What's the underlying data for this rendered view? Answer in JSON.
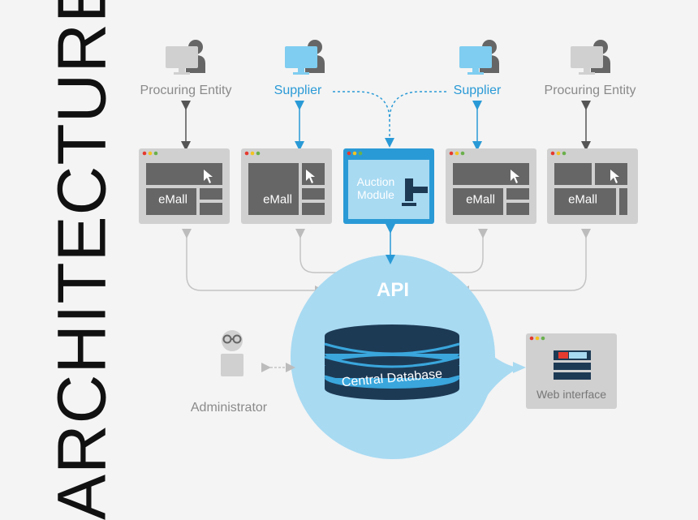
{
  "title": "ARCHITECTURE",
  "top_nodes": [
    {
      "label": "Procuring Entity",
      "type": "procuring"
    },
    {
      "label": "Supplier",
      "type": "supplier"
    },
    {
      "label": "Supplier",
      "type": "supplier"
    },
    {
      "label": "Procuring Entity",
      "type": "procuring"
    }
  ],
  "modules": [
    {
      "label": "eMall",
      "type": "emall"
    },
    {
      "label": "eMall",
      "type": "emall"
    },
    {
      "label_line1": "Auction",
      "label_line2": "Module",
      "type": "auction"
    },
    {
      "label": "eMall",
      "type": "emall"
    },
    {
      "label": "eMall",
      "type": "emall"
    }
  ],
  "api": {
    "label": "API"
  },
  "database": {
    "label": "Central Database"
  },
  "admin": {
    "label": "Administrator"
  },
  "web_interface": {
    "label": "Web interface"
  },
  "colors": {
    "background": "#f4f4f4",
    "grey_box": "#d0d0d0",
    "dark_grey": "#666666",
    "blue": "#2a9ad6",
    "light_blue": "#a8daf2",
    "db_dark": "#1d3a55",
    "db_stripe": "#3aa6dc",
    "connector_grey": "#c4c4c4",
    "dot_red": "#e53a2f",
    "dot_yellow": "#f3c320",
    "dot_green": "#6ab04c"
  },
  "icons": [
    "monitor-user-icon",
    "cursor-icon",
    "gavel-icon",
    "database-icon",
    "administrator-icon"
  ]
}
